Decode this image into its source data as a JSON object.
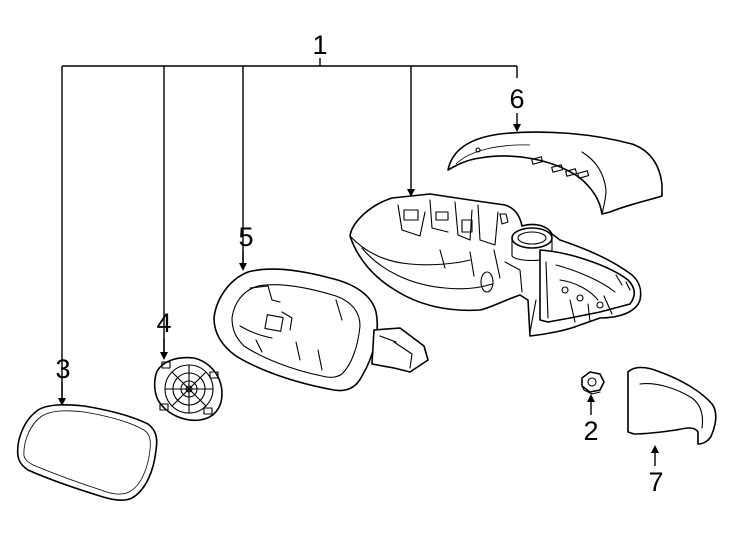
{
  "callouts": {
    "c1": "1",
    "c2": "2",
    "c3": "3",
    "c4": "4",
    "c5": "5",
    "c6": "6",
    "c7": "7"
  },
  "parts": [
    {
      "callout": "1",
      "icon": "mirror-assembly-bracket"
    },
    {
      "callout": "2",
      "icon": "nut"
    },
    {
      "callout": "3",
      "icon": "mirror-glass"
    },
    {
      "callout": "4",
      "icon": "motor-actuator"
    },
    {
      "callout": "5",
      "icon": "mirror-housing"
    },
    {
      "callout": "6",
      "icon": "mirror-cover-cap"
    },
    {
      "callout": "7",
      "icon": "trim-cover"
    }
  ]
}
